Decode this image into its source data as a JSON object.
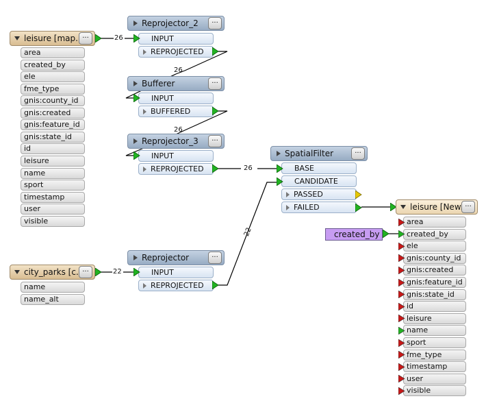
{
  "sources": [
    {
      "title": "leisure [map...",
      "attributes": [
        "area",
        "created_by",
        "ele",
        "fme_type",
        "gnis:county_id",
        "gnis:created",
        "gnis:feature_id",
        "gnis:state_id",
        "id",
        "leisure",
        "name",
        "sport",
        "timestamp",
        "user",
        "visible"
      ]
    },
    {
      "title": "city_parks [c...",
      "attributes": [
        "name",
        "name_alt"
      ]
    }
  ],
  "transformers": [
    {
      "title": "Reprojector_2",
      "input": "INPUT",
      "output": "REPROJECTED"
    },
    {
      "title": "Bufferer",
      "input": "INPUT",
      "output": "BUFFERED"
    },
    {
      "title": "Reprojector_3",
      "input": "INPUT",
      "output": "REPROJECTED"
    },
    {
      "title": "Reprojector",
      "input": "INPUT",
      "output": "REPROJECTED"
    }
  ],
  "spatial_filter": {
    "title": "SpatialFilter",
    "inputs": [
      "BASE",
      "CANDIDATE"
    ],
    "outputs": [
      "PASSED",
      "FAILED"
    ]
  },
  "destination": {
    "title": "leisure [New...",
    "attributes": [
      "area",
      "created_by",
      "ele",
      "gnis:county_id",
      "gnis:created",
      "gnis:feature_id",
      "gnis:state_id",
      "id",
      "leisure",
      "name",
      "sport",
      "fme_type",
      "timestamp",
      "user",
      "visible"
    ]
  },
  "constant": {
    "label": "created_by"
  },
  "connection_counts": {
    "leisure_to_reprojector2": "26",
    "reprojector2_to_bufferer": "26",
    "bufferer_to_reprojector3": "26",
    "reprojector3_to_base": "26",
    "city_parks_to_reprojector": "22",
    "reprojector_to_candidate": "22"
  },
  "more_button": "···",
  "colors": {
    "port_green": "#22b322",
    "port_red": "#c81818",
    "port_yellow": "#e6c800",
    "constant_fill": "#c79cf2"
  }
}
